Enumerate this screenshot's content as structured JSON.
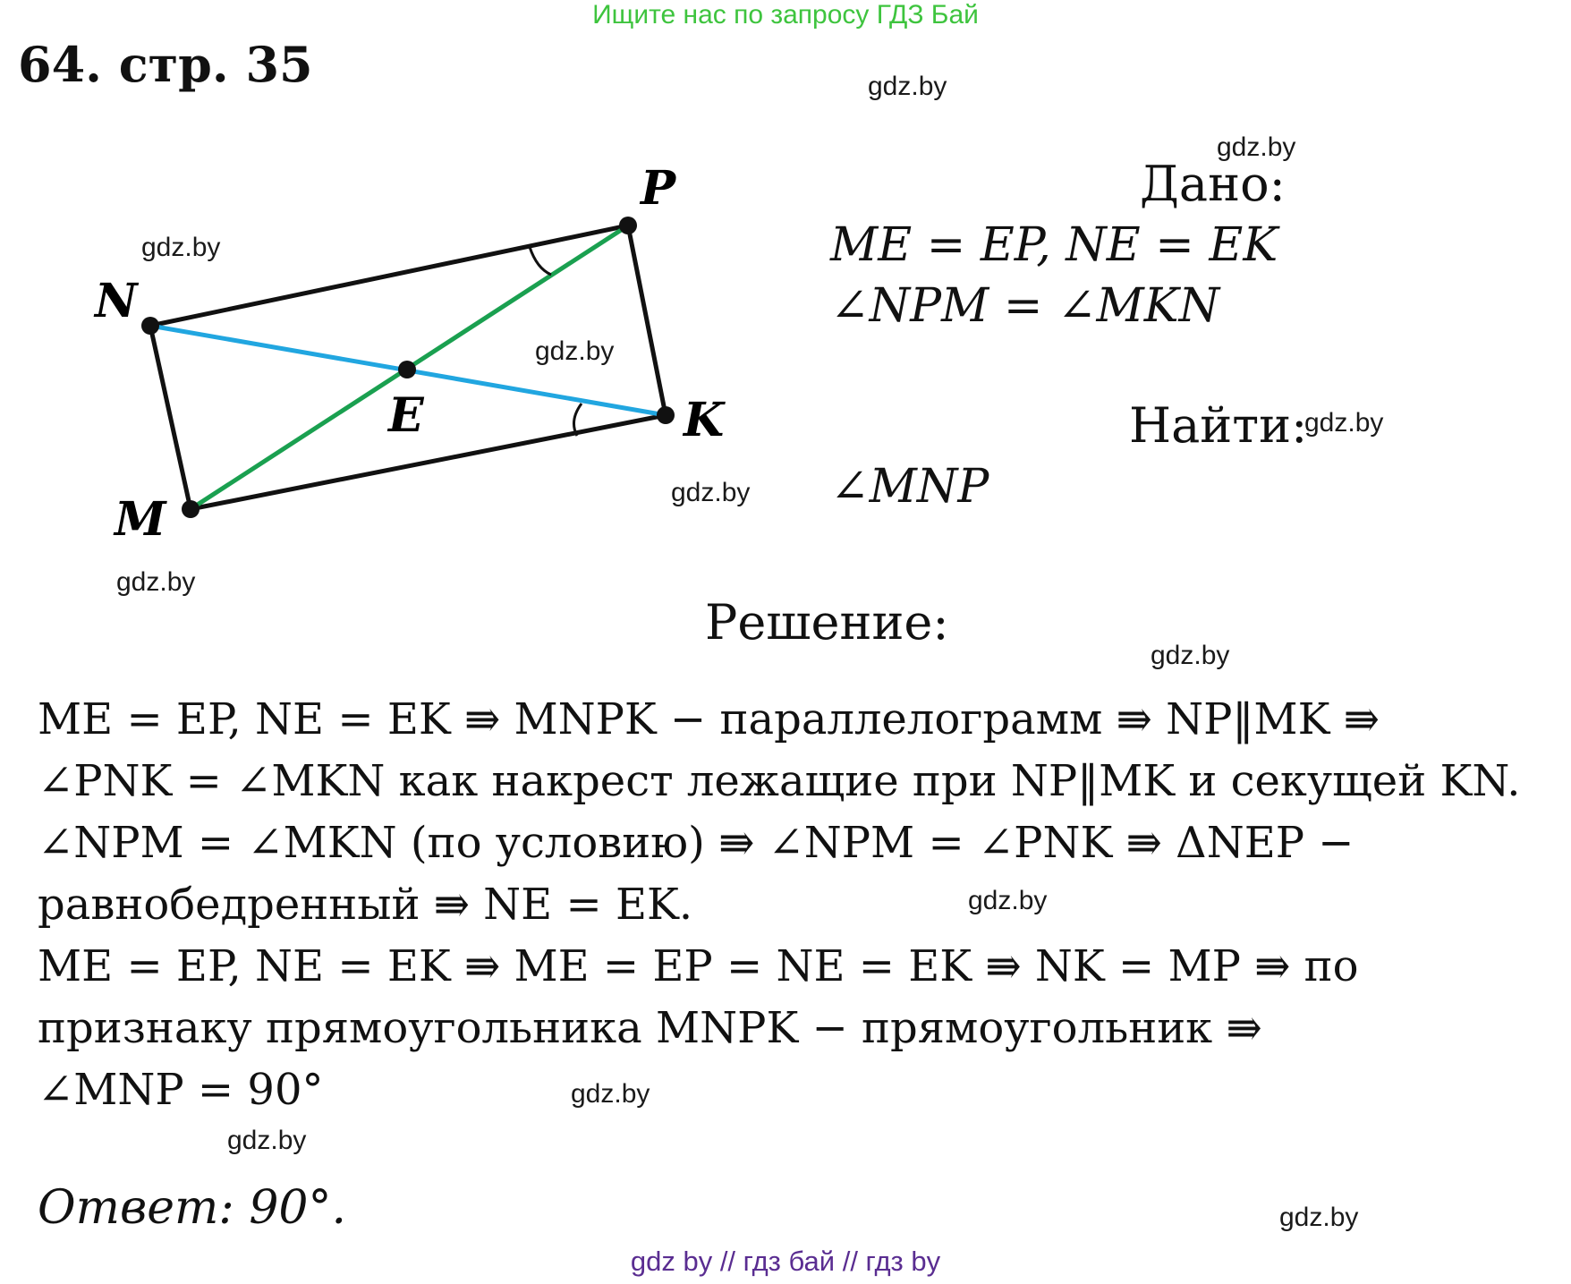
{
  "top_banner": "Ищите нас по запросу ГДЗ Бай",
  "task_title": "64. стр. 35",
  "watermark": "gdz.by",
  "figure": {
    "labels": {
      "P": "P",
      "N": "N",
      "E": "E",
      "K": "K",
      "M": "M"
    },
    "colors": {
      "sides": "#111111",
      "diagonal_mp": "#1aa050",
      "diagonal_nk": "#21a6e0"
    }
  },
  "given": {
    "heading": "Дано:",
    "line1": "ME = EP, NE = EK",
    "line2": "∠NPM = ∠MKN"
  },
  "find": {
    "heading": "Найти:",
    "value": "∠MNP"
  },
  "solution": {
    "heading": "Решение:",
    "lines": [
      "ME = EP, NE = EK ⇛ MNPK − параллелограмм ⇛ NP‖MK ⇛",
      "∠PNK = ∠MKN как накрест лежащие при NP‖MK и секущей KN.",
      "∠NPM = ∠MKN (по условию) ⇛ ∠NPM = ∠PNK ⇛ ΔNEP −",
      "равнобедренный ⇛ NE = EK.",
      "ME = EP, NE = EK ⇛ ME = EP = NE = EK ⇛ NK = MP ⇛ по",
      "признаку прямоугольника MNPK − прямоугольник ⇛",
      "∠MNP = 90°"
    ]
  },
  "answer": "Ответ: 90°.",
  "footer": "gdz by  //  гдз бай  //  гдз by"
}
